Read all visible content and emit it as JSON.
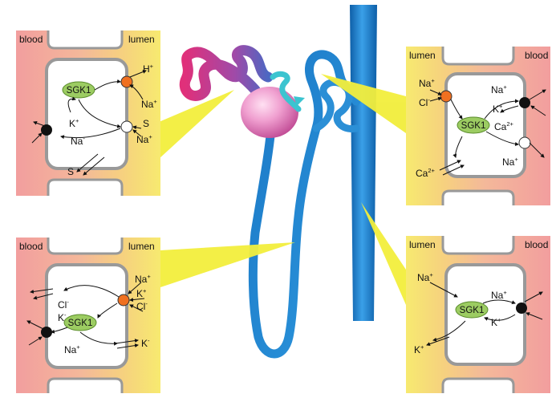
{
  "panels": {
    "top_left": {
      "side_left": "blood",
      "side_right": "lumen",
      "enzyme": "SGK1",
      "ions": [
        {
          "base": "H",
          "sup": "+"
        },
        {
          "base": "Na",
          "sup": "+"
        },
        {
          "base": "K",
          "sup": "+"
        },
        {
          "base": "Na",
          "sup": "-"
        },
        {
          "base": "S",
          "sup": ""
        },
        {
          "base": "Na",
          "sup": "+"
        },
        {
          "base": "S",
          "sup": ""
        }
      ]
    },
    "top_right": {
      "side_left": "lumen",
      "side_right": "blood",
      "enzyme": "SGK1",
      "ions": [
        {
          "base": "Na",
          "sup": "+"
        },
        {
          "base": "Cl",
          "sup": "-"
        },
        {
          "base": "Na",
          "sup": "+"
        },
        {
          "base": "K",
          "sup": "+"
        },
        {
          "base": "Ca",
          "sup": "2+"
        },
        {
          "base": "Na",
          "sup": "+"
        },
        {
          "base": "Ca",
          "sup": "2+"
        }
      ]
    },
    "bottom_left": {
      "side_left": "blood",
      "side_right": "lumen",
      "enzyme": "SGK1",
      "ions": [
        {
          "base": "Na",
          "sup": "+"
        },
        {
          "base": "K",
          "sup": "+"
        },
        {
          "base": "Cl",
          "sup": "-"
        },
        {
          "base": "Cl",
          "sup": "-"
        },
        {
          "base": "K",
          "sup": "-"
        },
        {
          "base": "Na",
          "sup": "+"
        },
        {
          "base": "K",
          "sup": "-"
        }
      ]
    },
    "bottom_right": {
      "side_left": "lumen",
      "side_right": "blood",
      "enzyme": "SGK1",
      "ions": [
        {
          "base": "Na",
          "sup": "+"
        },
        {
          "base": "Na",
          "sup": "+"
        },
        {
          "base": "K",
          "sup": "+"
        },
        {
          "base": "K",
          "sup": "+"
        }
      ]
    }
  },
  "colors": {
    "blood": "#f2a0a0",
    "lumen": "#f6ec70",
    "transporter_orange": "#f07020",
    "channel_black": "#111111",
    "sgk1_green": "#9ccc62",
    "glomerulus": "#e070b0",
    "collecting_duct": "#1e7ec8"
  }
}
